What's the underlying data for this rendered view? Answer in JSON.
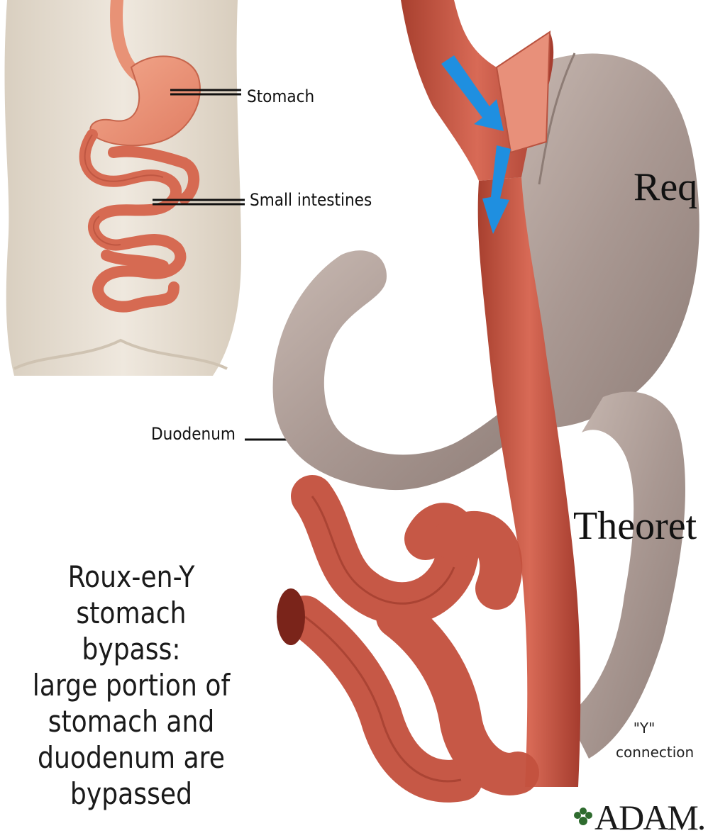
{
  "labels": {
    "stomach": "Stomach",
    "small_intestines": "Small intestines",
    "duodenum": "Duodenum",
    "y_quote": "\"Y\"",
    "connection": "connection"
  },
  "overlay": {
    "line1": "Req",
    "line2": "Theoret"
  },
  "caption": [
    "Roux-en-Y",
    "stomach bypass:",
    "large portion of",
    "stomach and",
    "duodenum are",
    "bypassed"
  ],
  "logo": "ADAM.",
  "colors": {
    "intestine": "#c9584a",
    "stomach_bypassed": "#b7a7a1",
    "skin": "#e9e2d6",
    "arrow": "#1f8fe0"
  }
}
